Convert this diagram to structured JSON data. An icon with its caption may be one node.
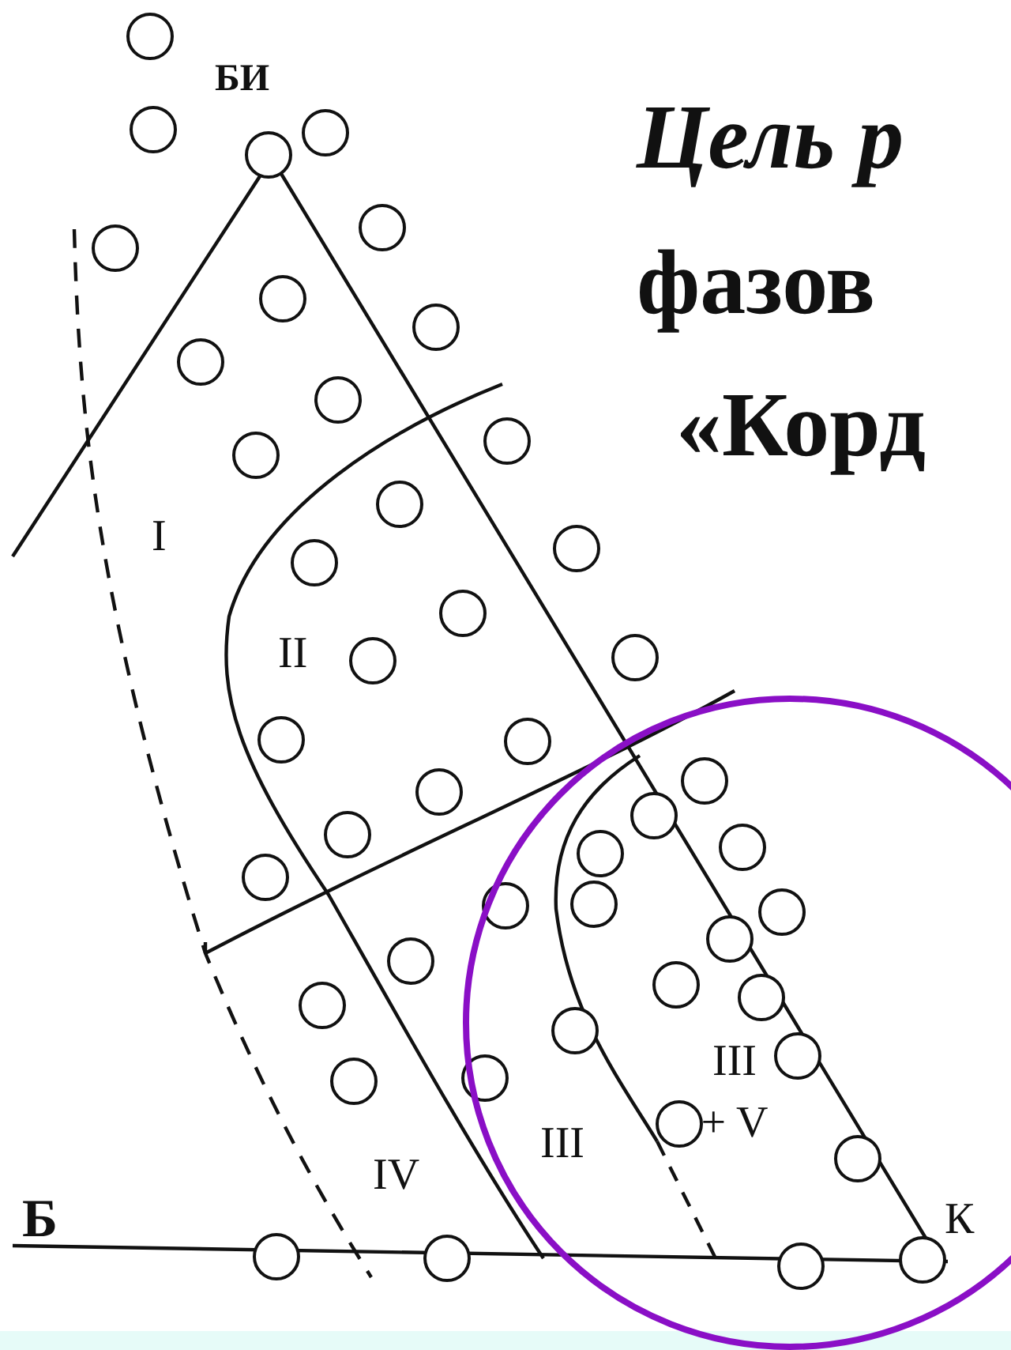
{
  "diagram": {
    "labels": [
      "БИ",
      "Цель р",
      "фазов",
      "«Корд",
      "I",
      "II",
      "IV",
      "III",
      "III + V",
      "Б",
      "К"
    ]
  }
}
